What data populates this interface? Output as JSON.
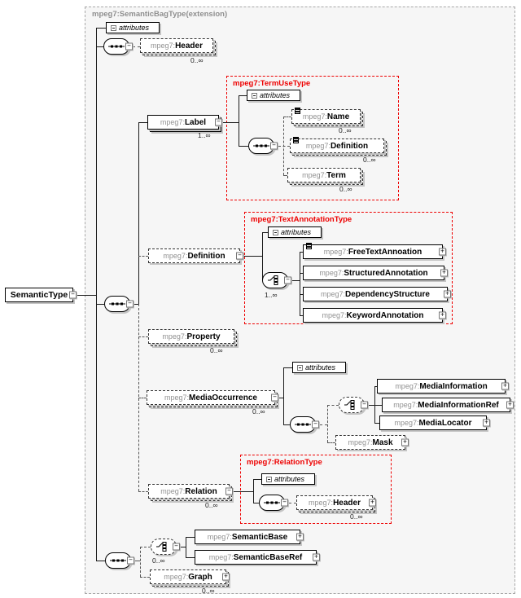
{
  "outer_title": "mpeg7:SemanticBagType(extension)",
  "attributes_label": "attributes",
  "root": {
    "name": "SemanticType"
  },
  "types": {
    "term_use": "mpeg7:TermUseType",
    "text_annotation": "mpeg7:TextAnnotationType",
    "relation": "mpeg7:RelationType"
  },
  "compositors": {
    "choice_text": {
      "occurs": "1..∞"
    },
    "choice_bottom": {
      "occurs": "0..∞"
    }
  },
  "elements": {
    "header_top": {
      "prefix": "mpeg7:",
      "name": "Header",
      "occurs": "0..∞"
    },
    "label": {
      "prefix": "mpeg7:",
      "name": "Label",
      "occurs": "1..∞"
    },
    "name": {
      "prefix": "mpeg7:",
      "name": "Name",
      "occurs": "0..∞"
    },
    "definition_tu": {
      "prefix": "mpeg7:",
      "name": "Definition",
      "occurs": "0..∞"
    },
    "term": {
      "prefix": "mpeg7:",
      "name": "Term",
      "occurs": "0..∞"
    },
    "definition": {
      "prefix": "mpeg7:",
      "name": "Definition"
    },
    "free_text_annotation": {
      "prefix": "mpeg7:",
      "name": "FreeTextAnnoation"
    },
    "structured_annotation": {
      "prefix": "mpeg7:",
      "name": "StructuredAnnotation"
    },
    "dependency_structure": {
      "prefix": "mpeg7:",
      "name": "DependencyStructure"
    },
    "keyword_annotation": {
      "prefix": "mpeg7:",
      "name": "KeywordAnnotation"
    },
    "property": {
      "prefix": "mpeg7:",
      "name": "Property",
      "occurs": "0..∞"
    },
    "media_occurrence": {
      "prefix": "mpeg7:",
      "name": "MediaOccurrence",
      "occurs": "0..∞"
    },
    "media_information": {
      "prefix": "mpeg7:",
      "name": "MediaInformation"
    },
    "media_information_ref": {
      "prefix": "mpeg7:",
      "name": "MediaInformationRef"
    },
    "media_locator": {
      "prefix": "mpeg7:",
      "name": "MediaLocator"
    },
    "mask": {
      "prefix": "mpeg7:",
      "name": "Mask"
    },
    "relation": {
      "prefix": "mpeg7:",
      "name": "Relation",
      "occurs": "0..∞"
    },
    "header_relation": {
      "prefix": "mpeg7:",
      "name": "Header",
      "occurs": "0..∞"
    },
    "semantic_base": {
      "prefix": "mpeg7:",
      "name": "SemanticBase"
    },
    "semantic_base_ref": {
      "prefix": "mpeg7:",
      "name": "SemanticBaseRef"
    },
    "graph": {
      "prefix": "mpeg7:",
      "name": "Graph",
      "occurs": "0..∞"
    }
  }
}
